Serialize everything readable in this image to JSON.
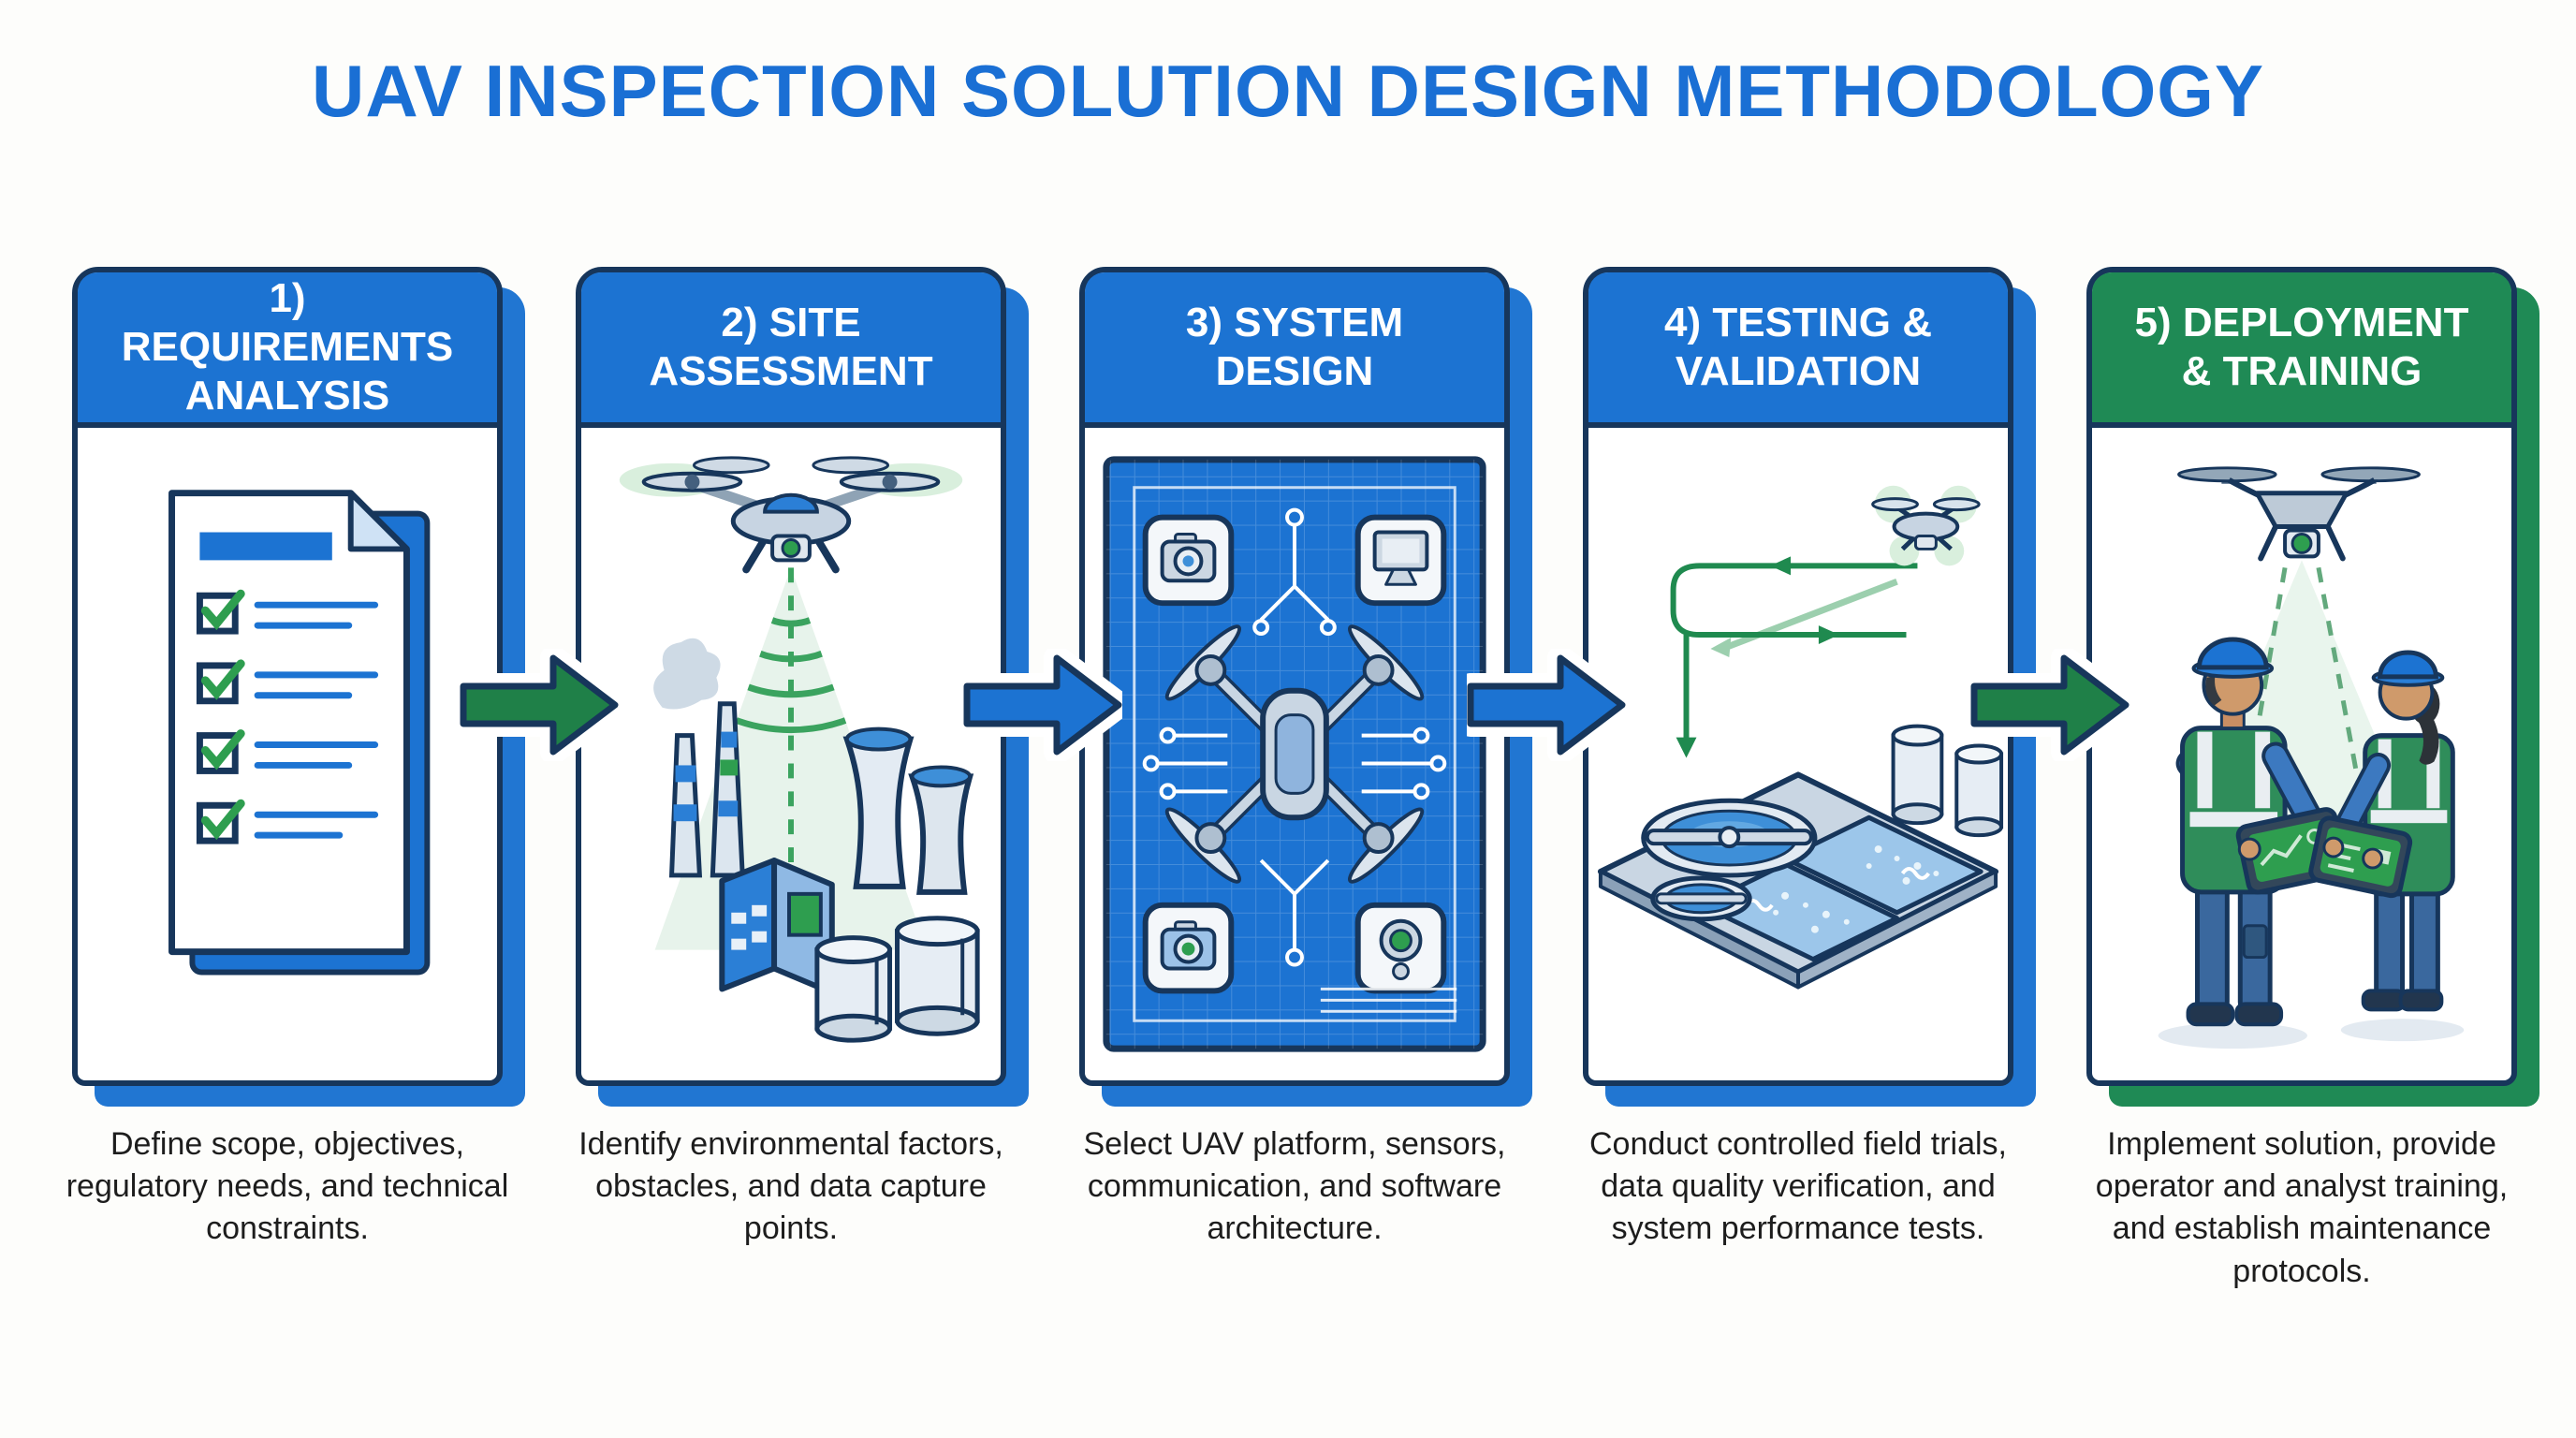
{
  "title": "UAV INSPECTION SOLUTION DESIGN METHODOLOGY",
  "steps": [
    {
      "header": "1) REQUIREMENTS ANALYSIS",
      "description": "Define scope, objectives, regulatory needs, and technical constraints.",
      "icon": "checklist-document-icon",
      "header_color": "#1c73d2",
      "shadow_color": "#2176d2"
    },
    {
      "header": "2) SITE ASSESSMENT",
      "description": "Identify environmental factors, obstacles, and data capture points.",
      "icon": "drone-scanning-industrial-site-icon",
      "header_color": "#1c73d2",
      "shadow_color": "#2176d2"
    },
    {
      "header": "3) SYSTEM DESIGN",
      "description": "Select UAV platform, sensors, communication, and software architecture.",
      "icon": "drone-blueprint-icon",
      "header_color": "#1c73d2",
      "shadow_color": "#2176d2"
    },
    {
      "header": "4) TESTING & VALIDATION",
      "description": "Conduct controlled field trials, data quality verification, and system performance tests.",
      "icon": "drone-flight-path-over-water-plant-icon",
      "header_color": "#1c73d2",
      "shadow_color": "#2176d2"
    },
    {
      "header": "5) DEPLOYMENT & TRAINING",
      "description": "Implement solution, provide operator and analyst training, and establish maintenance protocols.",
      "icon": "operators-training-with-tablets-icon",
      "header_color": "#1f8a55",
      "shadow_color": "#1f8a55"
    }
  ],
  "arrows": [
    {
      "direction": "right",
      "color": "#1f8048"
    },
    {
      "direction": "right",
      "color": "#1c73d2"
    },
    {
      "direction": "right",
      "color": "#1c73d2"
    },
    {
      "direction": "right",
      "color": "#1f8048"
    }
  ],
  "colors": {
    "title": "#1a6fd4",
    "outline_navy": "#17365b",
    "blue": "#1c73d2",
    "green": "#1f8a55",
    "check_green": "#2e9e4f",
    "background": "#fdfdfb",
    "body_text": "#1d1d1d"
  }
}
